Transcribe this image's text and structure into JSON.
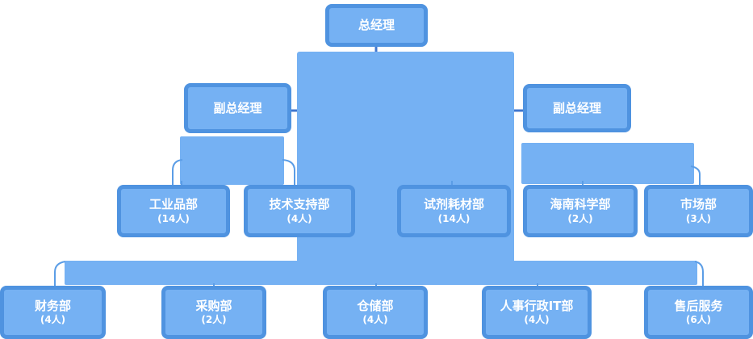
{
  "org_chart": {
    "root": {
      "label": "总经理"
    },
    "deputies": [
      {
        "label": "副总经理"
      },
      {
        "label": "副总经理"
      }
    ],
    "departments": [
      {
        "label": "工业品部",
        "count": "(14人)"
      },
      {
        "label": "技术支持部",
        "count": "(4人)"
      },
      {
        "label": "试剂耗材部",
        "count": "(14人)"
      },
      {
        "label": "海南科学部",
        "count": "(2人)"
      },
      {
        "label": "市场部",
        "count": "(3人)"
      }
    ],
    "functions": [
      {
        "label": "财务部",
        "count": "(4人)"
      },
      {
        "label": "采购部",
        "count": "(2人)"
      },
      {
        "label": "仓储部",
        "count": "(4人)"
      },
      {
        "label": "人事行政IT部",
        "count": "(4人)"
      },
      {
        "label": "售后服务",
        "count": "(6人)"
      }
    ]
  },
  "colors": {
    "node_fill": "#75b1f3",
    "node_border": "#4f93e0",
    "connector": "#5b9de6",
    "connector_dark": "#4177cf",
    "background": "#ffffff",
    "text": "#ffffff"
  }
}
